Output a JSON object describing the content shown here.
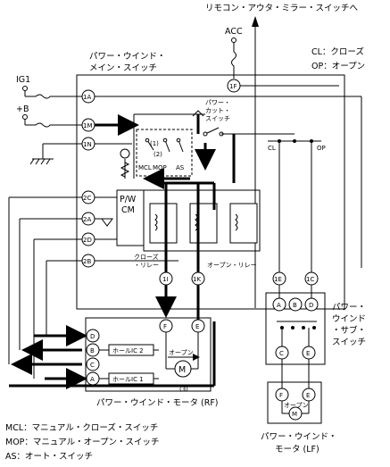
{
  "title_top": "リモコン・アウタ・ミラー・スイッチへ",
  "main_switch_label": [
    "パワー・ウインド・",
    "メイン・スイッチ"
  ],
  "legend_top": {
    "cl": "CL：クローズ",
    "op": "OP：オープン"
  },
  "acc": "ACC",
  "ig1": "IG1",
  "plus_b": "+B",
  "connectors_main": [
    "1A",
    "1M",
    "1N",
    "2C",
    "2A",
    "2D",
    "2B",
    "1I",
    "1K",
    "1E",
    "1C",
    "1F"
  ],
  "cut_switch_label": [
    "パワー・",
    "カット・",
    "スイッチ"
  ],
  "switch_labels": {
    "mcl": "MCL",
    "mop": "MOP",
    "as": "AS",
    "cl": "CL",
    "op": "OP"
  },
  "pwcm": [
    "P/W",
    "CM"
  ],
  "relays": {
    "close": [
      "クローズ",
      "・リレー"
    ],
    "open": "オープン・リレー"
  },
  "sub_switch_label": [
    "パワー・",
    "ウインド",
    "・サブ・",
    "スイッチ"
  ],
  "sub_connectors": [
    "A",
    "B",
    "D",
    "C",
    "E"
  ],
  "rf_connectors": [
    "F",
    "E",
    "D",
    "B",
    "C",
    "A"
  ],
  "hall_ic": [
    "ホールIC 2",
    "ホールIC 1"
  ],
  "motor_open": "オープン",
  "motor_symbol": "M",
  "num3": "(3)",
  "num_small": [
    "(1)",
    "(2)"
  ],
  "rf_motor_label": "パワー・ウインド・モータ (RF)",
  "lf_connectors": [
    "F",
    "E"
  ],
  "lf_open": "オープン",
  "lf_motor_label": [
    "パワー・ウインド・",
    "モータ (LF)"
  ],
  "footnotes": [
    "MCL：マニュアル・クローズ・スイッチ",
    "MOP：マニュアル・オープン・スイッチ",
    "AS：オート・スイッチ"
  ]
}
